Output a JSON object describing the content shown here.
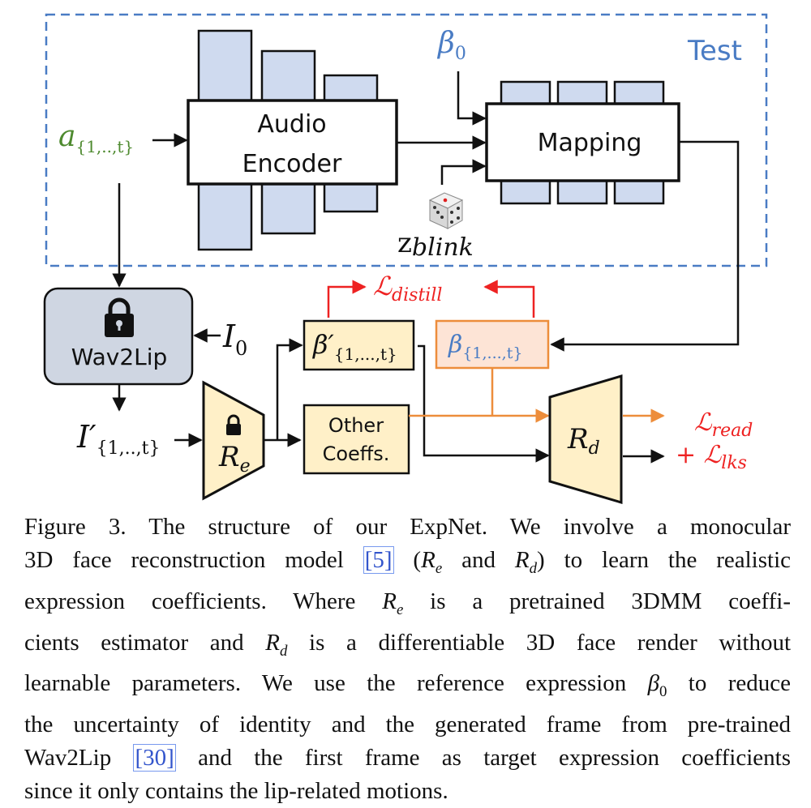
{
  "diagram": {
    "test_label": "Test",
    "beta0_label": "β",
    "beta0_sub": "0",
    "audio_input_label": "a",
    "audio_input_sub": "{1,..,t}",
    "audio_encoder_line1": "Audio",
    "audio_encoder_line2": "Encoder",
    "mapping_label": "Mapping",
    "zblink_label": "z",
    "zblink_sub": "blink",
    "wav2lip_label": "Wav2Lip",
    "i0_label": "I",
    "i0_sub": "0",
    "iprime_label": "I′",
    "iprime_sub": "{1,..,t}",
    "re_label": "R",
    "re_sub": "e",
    "rd_label": "R",
    "rd_sub": "d",
    "betaprime_label": "β′",
    "betaprime_sub": "{1,...,t}",
    "beta_label": "β",
    "beta_sub": "{1,...,t}",
    "other_coeffs_line1": "Other",
    "other_coeffs_line2": "Coeffs.",
    "loss_distill_label": "ℒ",
    "loss_distill_sub": "distill",
    "loss_read_label": "ℒ",
    "loss_read_sub": "read",
    "loss_lks_prefix": "+ ℒ",
    "loss_lks_sub": "lks",
    "colors": {
      "test_border": "#4a7cc4",
      "block_fill": "#cfdaef",
      "gray_box": "#cfd6e2",
      "yellow_fill": "#fff0c8",
      "beta_fill": "#fde4d6",
      "orange": "#ed8d3b",
      "red": "#ee2222",
      "green": "#4e8a2f",
      "blue_text": "#4a7cc4"
    },
    "icons": [
      "lock-icon",
      "dice-icon"
    ]
  },
  "caption": {
    "lines": [
      [
        "Figure 3. The structure of our ExpNet. We involve a monocular"
      ],
      [
        "3D face reconstruction model ",
        "[5]",
        " (",
        "R",
        "e",
        " and ",
        "R",
        "d",
        ") to learn the realistic"
      ],
      [
        "expression coefficients. Where ",
        "R",
        "e",
        " is a pretrained 3DMM coeffi-"
      ],
      [
        "cients estimator and ",
        "R",
        "d",
        " is a differentiable 3D face render without"
      ],
      [
        "learnable parameters. We use the reference expression ",
        "β",
        "0",
        " to reduce"
      ],
      [
        "the uncertainty of identity and the generated frame from pre-trained"
      ],
      [
        "Wav2Lip ",
        "[30]",
        " and the first frame as target expression coefficients"
      ],
      [
        "since it only contains the lip-related motions."
      ]
    ]
  }
}
